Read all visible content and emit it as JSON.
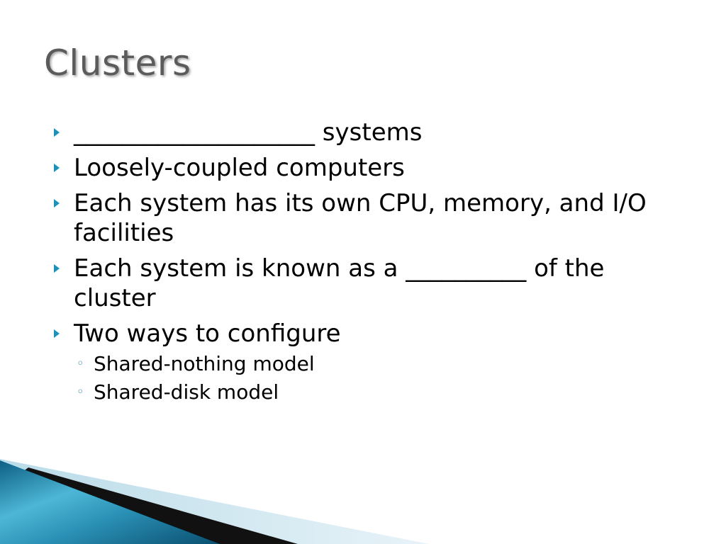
{
  "slide": {
    "title": "Clusters",
    "bullets": [
      {
        "text": "____________________ systems"
      },
      {
        "text": "Loosely-coupled computers"
      },
      {
        "text": "Each system has its own CPU, memory, and I/O facilities"
      },
      {
        "text": "Each system is known as a __________ of the cluster"
      },
      {
        "text": "Two ways to configure"
      }
    ],
    "subbullets": [
      {
        "text": "Shared-nothing model"
      },
      {
        "text": "Shared-disk model"
      }
    ],
    "colors": {
      "title": "#5b5b5b",
      "bullet_marker": "#1f8fb5",
      "decor_teal": "#2c8fb0",
      "decor_dark": "#0f0f0f",
      "decor_light": "#cfe6f0"
    },
    "icons": {
      "bullet": "triangle-right-icon",
      "subbullet": "hollow-circle-icon"
    }
  }
}
